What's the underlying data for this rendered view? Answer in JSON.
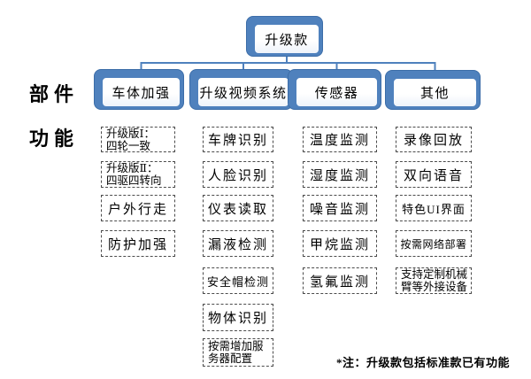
{
  "root": {
    "label": "升级款"
  },
  "row_labels": {
    "components": "部件",
    "functions": "功能"
  },
  "branches": [
    {
      "label": "车体加强",
      "items": [
        "升级版Ⅰ：\n四轮一致",
        "升级版Ⅱ：\n四驱四转向",
        "户外行走",
        "防护加强"
      ]
    },
    {
      "label": "升级视频系统",
      "items": [
        "车牌识别",
        "人脸识别",
        "仪表读取",
        "漏液检测",
        "安全帽检测",
        "物体识别",
        "按需增加服\n务器配置"
      ]
    },
    {
      "label": "传感器",
      "items": [
        "温度监测",
        "湿度监测",
        "噪音监测",
        "甲烷监测",
        "氢氟监测"
      ]
    },
    {
      "label": "其他",
      "items": [
        "录像回放",
        "双向语音",
        "特色UI界面",
        "按需网络部署",
        "支持定制机械\n臂等外接设备"
      ]
    }
  ],
  "note": "*注：升级款包括标准款已有功能",
  "colors": {
    "accent_blue": "#4f81bd",
    "accent_blue_dark": "#3c6da8",
    "connector_line": "#4f81bd",
    "dashed_border": "#4b4b4b",
    "text": "#000000",
    "background": "#ffffff"
  }
}
